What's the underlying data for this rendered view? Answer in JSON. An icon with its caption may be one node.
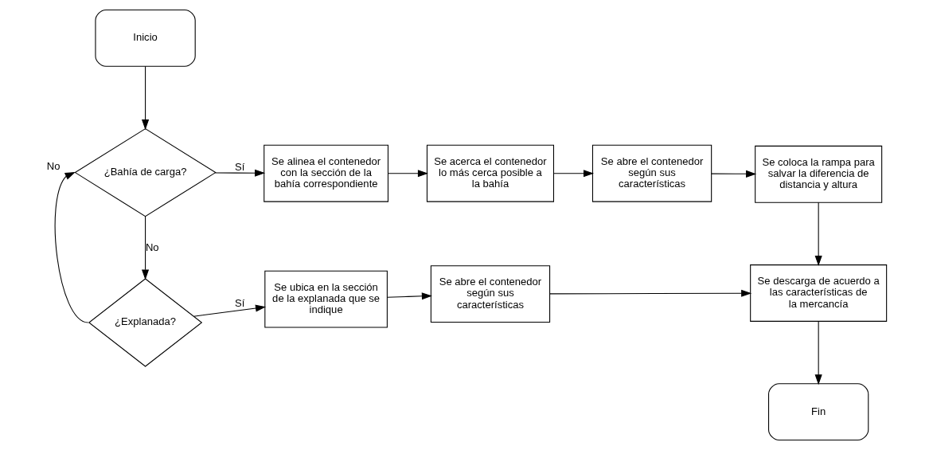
{
  "diagram": {
    "nodes": [
      {
        "text": [
          "Inicio"
        ]
      },
      {
        "text": [
          "¿Bahía de carga?"
        ]
      },
      {
        "text": [
          "Se alinea el contenedor con la sección de la bahía correspondiente"
        ]
      },
      {
        "text": [
          "Se acerca el contenedor lo más cerca posible a la bahía"
        ]
      },
      {
        "text": [
          "Se abre el contenedor según sus características"
        ]
      },
      {
        "text": [
          "Se coloca la rampa para salvar la diferencia de distancia y altura"
        ]
      },
      {
        "text": [
          "¿Explanada?"
        ]
      },
      {
        "text": [
          "Se ubica en la sección de la explanada que se indique"
        ]
      },
      {
        "text": [
          "Se abre el contenedor según sus características"
        ]
      },
      {
        "text": [
          "Se descarga de acuerdo a las características de la mercancía"
        ]
      },
      {
        "text": [
          "Fin"
        ]
      }
    ],
    "edges": [
      {
        "from": 0,
        "to": 1,
        "arrow": "to"
      },
      {
        "from": 1,
        "to": 2,
        "arrow": "to",
        "label": "Sí"
      },
      {
        "from": 2,
        "to": 3,
        "arrow": "to"
      },
      {
        "from": 3,
        "to": 4,
        "arrow": "to"
      },
      {
        "from": 4,
        "to": 5,
        "arrow": "to"
      },
      {
        "from": 1,
        "to": 6,
        "arrow": "to",
        "label": "No"
      },
      {
        "from": 6,
        "to": 7,
        "arrow": "to",
        "label": "Sí"
      },
      {
        "from": 7,
        "to": 8,
        "arrow": "to"
      },
      {
        "from": 8,
        "to": 9,
        "arrow": "to"
      },
      {
        "from": 5,
        "to": 9,
        "arrow": "to"
      },
      {
        "from": 9,
        "to": 10,
        "arrow": "to"
      },
      {
        "from": 6,
        "to": 1,
        "arrow": "to",
        "label": "No"
      }
    ]
  }
}
